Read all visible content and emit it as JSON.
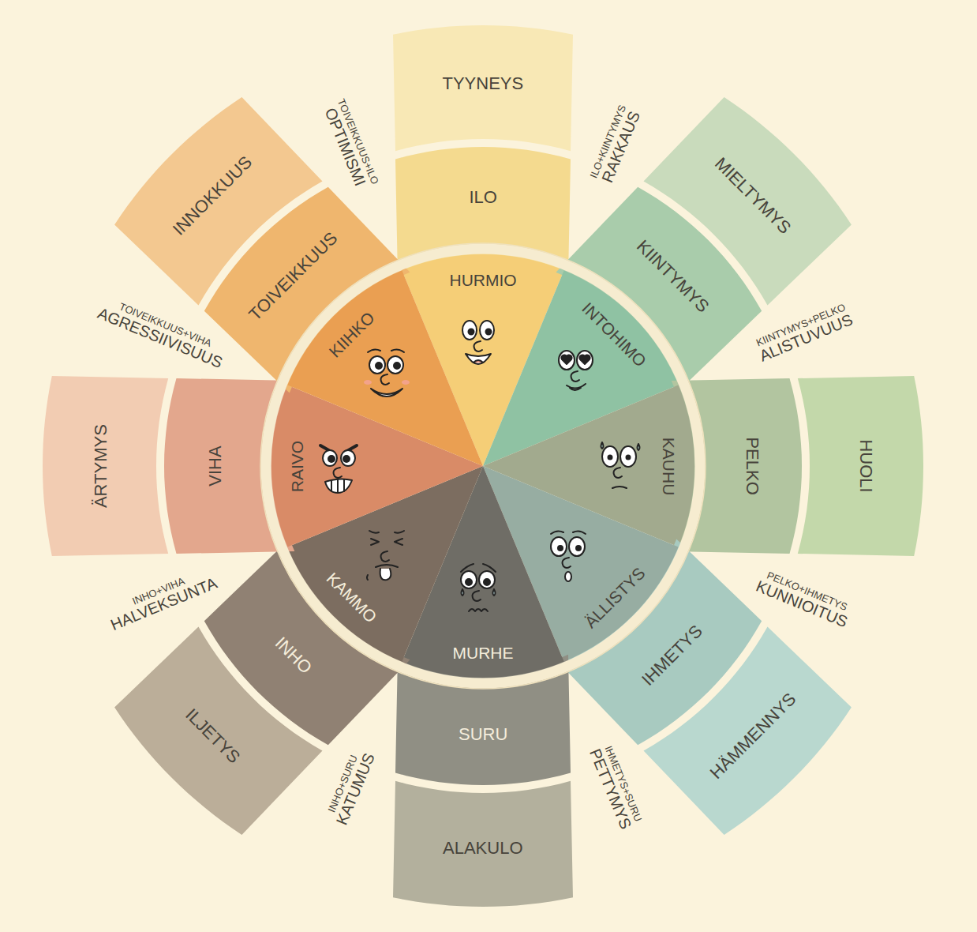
{
  "diagram": {
    "nodes": [
      {
        "text": [
          "TYYNEYS"
        ]
      },
      {
        "text": [
          "ILO"
        ]
      },
      {
        "text": [
          "HURMIO"
        ]
      },
      {
        "text": [
          "MIELTYMYS"
        ]
      },
      {
        "text": [
          "KIINTYMYS"
        ]
      },
      {
        "text": [
          "INTOHIMO"
        ]
      },
      {
        "text": [
          "HUOLI"
        ]
      },
      {
        "text": [
          "PELKO"
        ]
      },
      {
        "text": [
          "KAUHU"
        ]
      },
      {
        "text": [
          "HÄMMENNYS"
        ]
      },
      {
        "text": [
          "IHMETYS"
        ]
      },
      {
        "text": [
          "ÄLLISTYS"
        ]
      },
      {
        "text": [
          "ALAKULO"
        ]
      },
      {
        "text": [
          "SURU"
        ]
      },
      {
        "text": [
          "MURHE"
        ]
      },
      {
        "text": [
          "ILJETYS"
        ]
      },
      {
        "text": [
          "INHO"
        ]
      },
      {
        "text": [
          "KAMMO"
        ]
      },
      {
        "text": [
          "ÄRTYMYS"
        ]
      },
      {
        "text": [
          "VIHA"
        ]
      },
      {
        "text": [
          "RAIVO"
        ]
      },
      {
        "text": [
          "INNOKKUUS"
        ]
      },
      {
        "text": [
          "TOIVEIKKUUS"
        ]
      },
      {
        "text": [
          "KIIHKO"
        ]
      }
    ],
    "labels": [
      "TOIVEIKKUUS+ILO",
      "OPTIMISMI",
      "ILO+KIINTYMYS",
      "RAKKAUS",
      "KIINTYMYS+PELKO",
      "ALISTUVUUS",
      "PELKO+IHMETYS",
      "KUNNIOITUS",
      "IHMETYS+SURU",
      "PETTYMYS",
      "INHO+SURU",
      "KATUMUS",
      "INHO+VIHA",
      "HALVEKSUNTA",
      "TOIVEIKKUUS+VIHA",
      "AGRESSIIVISUUS"
    ]
  }
}
